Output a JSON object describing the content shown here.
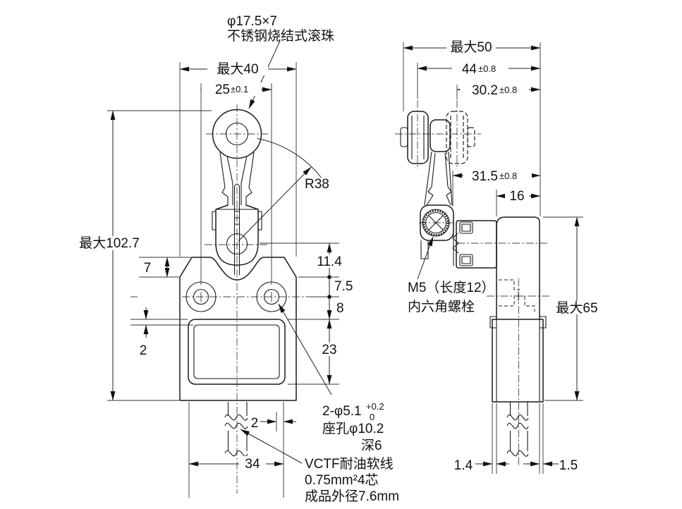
{
  "figure": {
    "type": "engineering-dimension-drawing",
    "line_color": "#1a1a1a",
    "background": "#ffffff"
  },
  "notes": {
    "roller": {
      "line1": "φ17.5×7",
      "line2": "不锈钢烧结式滚珠"
    },
    "mount_hole": {
      "main": "2-φ5.1",
      "tol_upper": "+0.2",
      "tol_lower": "0",
      "line2": "座孔φ10.2",
      "line3": "深6"
    },
    "cable": {
      "line1": "VCTF耐油软线",
      "line2": "0.75mm²4芯",
      "line3": "成品外径7.6mm"
    },
    "bolt": {
      "line1": "M5（长度12）",
      "line2": "内六角螺栓"
    },
    "lever_radius": "R38"
  },
  "front_view": {
    "max_width": "最大40",
    "hole_pitch": {
      "value": "25",
      "tol": "±0.1"
    },
    "max_height": "最大102.7",
    "head_step": "7",
    "pivot_to_body_top": "11.4",
    "body_top_to_hole": "7.5",
    "hole_to_plate": "8",
    "plate_height": "23",
    "plate_inset": "2",
    "cable_offset": "2",
    "base_width": "34"
  },
  "side_view": {
    "max_depth": "最大50",
    "roller_center_to_back": {
      "value": "44",
      "tol": "±0.8"
    },
    "reversed_roller_center_to_back": {
      "value": "30.2",
      "tol": "±0.8"
    },
    "lever_face_to_back": {
      "value": "31.5",
      "tol": "±0.8"
    },
    "body_depth": "16",
    "body_max_height": "最大65",
    "front_wall": "1.4",
    "back_wall": "1.5"
  }
}
